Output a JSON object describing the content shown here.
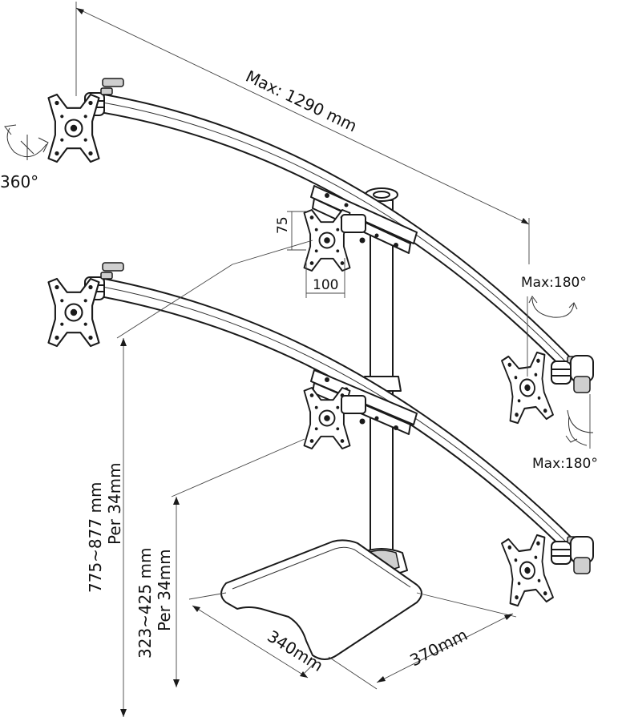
{
  "diagram": {
    "labels": {
      "width_max": "Max: 1290 mm",
      "rotation": "360°",
      "tilt_upper": "Max:180°",
      "tilt_lower": "Max:180°",
      "vesa_h": "75",
      "vesa_w": "100",
      "height_upper_range": "775~877 mm",
      "height_upper_step": "Per 34mm",
      "height_lower_range": "323~425 mm",
      "height_lower_step": "Per 34mm",
      "base_depth": "340mm",
      "base_width": "370mm"
    },
    "colors": {
      "line": "#1a1a1a",
      "background": "#ffffff"
    }
  }
}
